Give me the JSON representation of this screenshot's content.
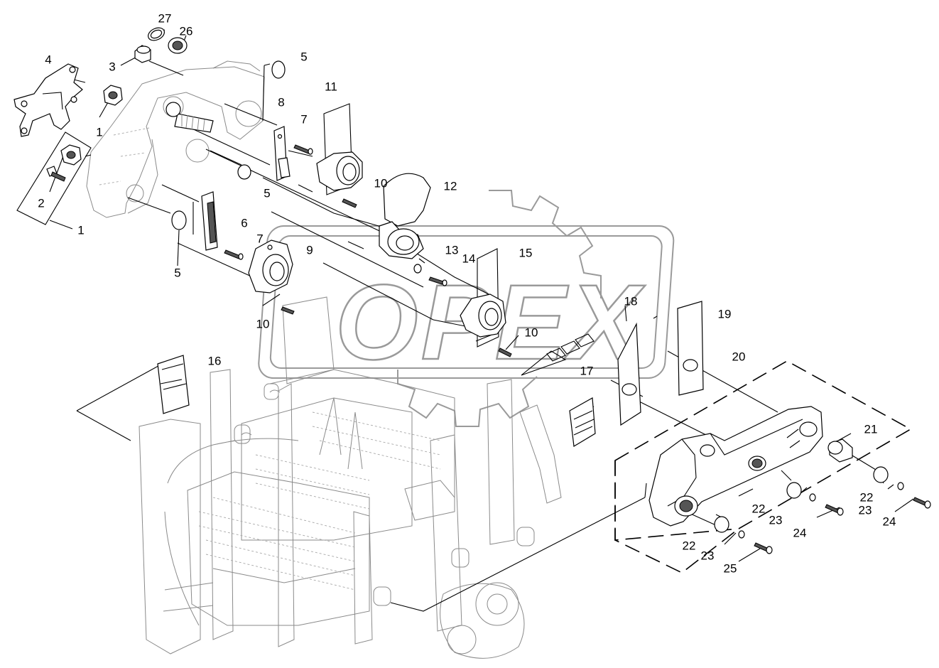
{
  "watermark": {
    "text": "OPEX",
    "color": "#9a9a9a"
  },
  "colors": {
    "line": "#000000",
    "ghost": "#8a8a8a",
    "background": "#ffffff"
  },
  "callouts": [
    {
      "id": "c27",
      "label": "27"
    },
    {
      "id": "c26",
      "label": "26"
    },
    {
      "id": "c3",
      "label": "3"
    },
    {
      "id": "c4",
      "label": "4"
    },
    {
      "id": "c1a",
      "label": "1"
    },
    {
      "id": "c5a",
      "label": "5"
    },
    {
      "id": "c11",
      "label": "11"
    },
    {
      "id": "c8",
      "label": "8"
    },
    {
      "id": "c7a",
      "label": "7"
    },
    {
      "id": "c2",
      "label": "2"
    },
    {
      "id": "c1b",
      "label": "1"
    },
    {
      "id": "c5b",
      "label": "5"
    },
    {
      "id": "c10a",
      "label": "10"
    },
    {
      "id": "c12",
      "label": "12"
    },
    {
      "id": "c6",
      "label": "6"
    },
    {
      "id": "c7b",
      "label": "7"
    },
    {
      "id": "c9",
      "label": "9"
    },
    {
      "id": "c5c",
      "label": "5"
    },
    {
      "id": "c13",
      "label": "13"
    },
    {
      "id": "c14",
      "label": "14"
    },
    {
      "id": "c15",
      "label": "15"
    },
    {
      "id": "c10b",
      "label": "10"
    },
    {
      "id": "c10c",
      "label": "10"
    },
    {
      "id": "c18",
      "label": "18"
    },
    {
      "id": "c19",
      "label": "19"
    },
    {
      "id": "c16",
      "label": "16"
    },
    {
      "id": "c20",
      "label": "20"
    },
    {
      "id": "c17",
      "label": "17"
    },
    {
      "id": "c21",
      "label": "21"
    },
    {
      "id": "c22a",
      "label": "22"
    },
    {
      "id": "c22b",
      "label": "22"
    },
    {
      "id": "c23a",
      "label": "23"
    },
    {
      "id": "c23b",
      "label": "23"
    },
    {
      "id": "c24a",
      "label": "24"
    },
    {
      "id": "c24b",
      "label": "24"
    },
    {
      "id": "c22c",
      "label": "22"
    },
    {
      "id": "c23c",
      "label": "23"
    },
    {
      "id": "c25",
      "label": "25"
    }
  ]
}
